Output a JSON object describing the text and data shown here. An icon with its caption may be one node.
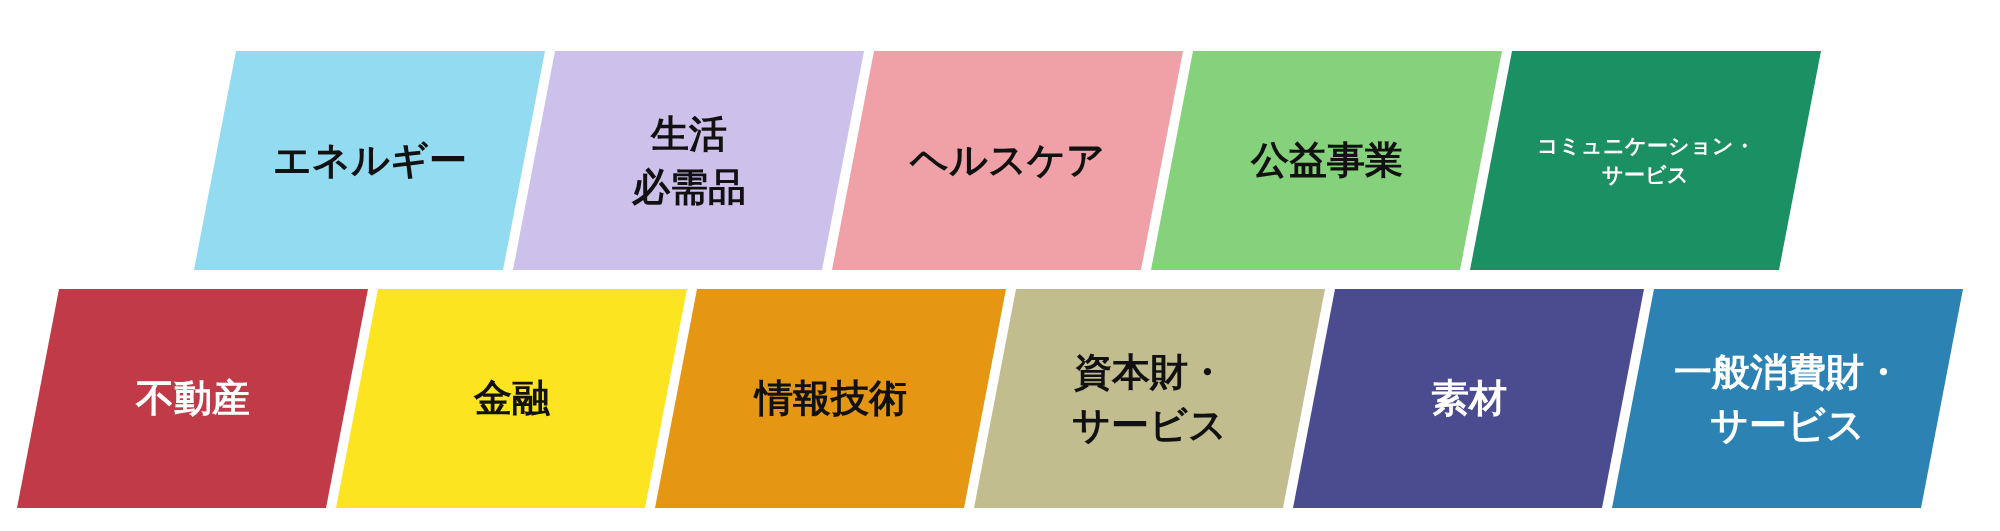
{
  "diagram": {
    "nodes": [
      {
        "text": [
          "エネルギー"
        ]
      },
      {
        "text": [
          "生活必需品"
        ]
      },
      {
        "text": [
          "ヘルスケア"
        ]
      },
      {
        "text": [
          "公益事業"
        ]
      },
      {
        "text": [
          "コミュニケーション・サービス"
        ]
      },
      {
        "text": [
          "不動産"
        ]
      },
      {
        "text": [
          "金融"
        ]
      },
      {
        "text": [
          "情報技術"
        ]
      },
      {
        "text": [
          "資本財・サービス"
        ]
      },
      {
        "text": [
          "素材"
        ]
      },
      {
        "text": [
          "一般消費財・サービス"
        ]
      }
    ]
  }
}
